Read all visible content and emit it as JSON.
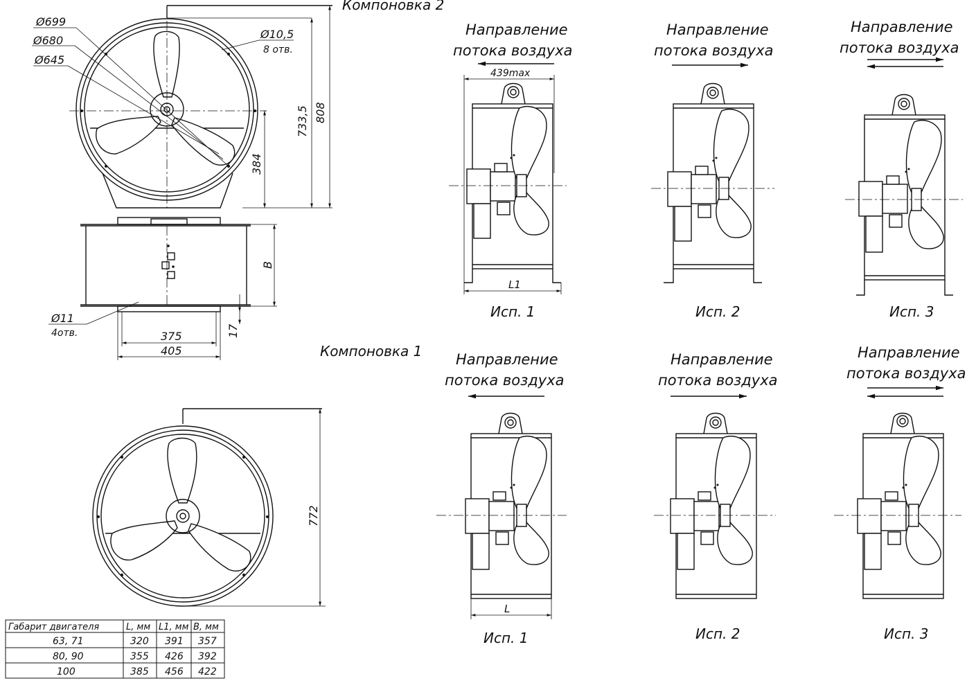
{
  "layouts": {
    "layout2_title": "Компоновка 2",
    "layout1_title": "Компоновка 1"
  },
  "front_view_top": {
    "dia_699": "Ø699",
    "dia_680": "Ø680",
    "dia_645": "Ø645",
    "holes_dia": "Ø10,5",
    "holes_count": "8 отв.",
    "dim_733": "733,5",
    "dim_808": "808",
    "dim_384": "384"
  },
  "side_view": {
    "dim_B": "B",
    "holes_dia": "Ø11",
    "holes_count": "4отв.",
    "dim_375": "375",
    "dim_405": "405",
    "dim_17": "17"
  },
  "front_view_bottom": {
    "dim_772": "772"
  },
  "variants": {
    "flow_label_line1": "Направление",
    "flow_label_line2": "потока воздуха",
    "dim_439": "439max",
    "dim_L1": "L1",
    "dim_L": "L",
    "ispl_1": "Исп. 1",
    "ispl_2": "Исп. 2",
    "ispl_3": "Исп. 3"
  },
  "table": {
    "headers": [
      "Габарит двигателя",
      "L, мм",
      "L1, мм",
      "B, мм"
    ],
    "rows": [
      [
        "63, 71",
        "320",
        "391",
        "357"
      ],
      [
        "80, 90",
        "355",
        "426",
        "392"
      ],
      [
        "100",
        "385",
        "456",
        "422"
      ]
    ]
  }
}
